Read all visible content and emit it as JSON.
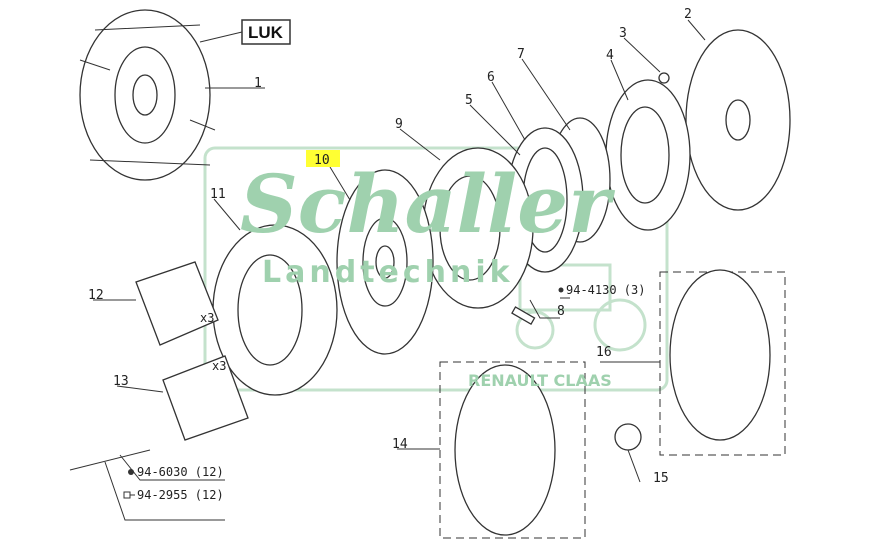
{
  "diagram": {
    "brand_box": "LUK",
    "watermark": {
      "name": "Schaller",
      "sub": "Landtechnik",
      "footer": "RENAULT CLAAS"
    },
    "highlight_color": "#ffff33",
    "callouts": [
      {
        "id": "1",
        "label": "1"
      },
      {
        "id": "2",
        "label": "2"
      },
      {
        "id": "3",
        "label": "3"
      },
      {
        "id": "4",
        "label": "4"
      },
      {
        "id": "5",
        "label": "5"
      },
      {
        "id": "6",
        "label": "6"
      },
      {
        "id": "7",
        "label": "7"
      },
      {
        "id": "8",
        "label": "8"
      },
      {
        "id": "9",
        "label": "9"
      },
      {
        "id": "10",
        "label": "10",
        "highlighted": true
      },
      {
        "id": "11",
        "label": "11"
      },
      {
        "id": "12",
        "label": "12"
      },
      {
        "id": "13",
        "label": "13"
      },
      {
        "id": "14",
        "label": "14"
      },
      {
        "id": "15",
        "label": "15"
      },
      {
        "id": "16",
        "label": "16"
      }
    ],
    "multipliers": [
      "x3",
      "x3"
    ],
    "part_refs": [
      {
        "label": "94-4130 (3)"
      },
      {
        "label": "94-6030 (12)"
      },
      {
        "label": "94-2955 (12)"
      }
    ]
  }
}
